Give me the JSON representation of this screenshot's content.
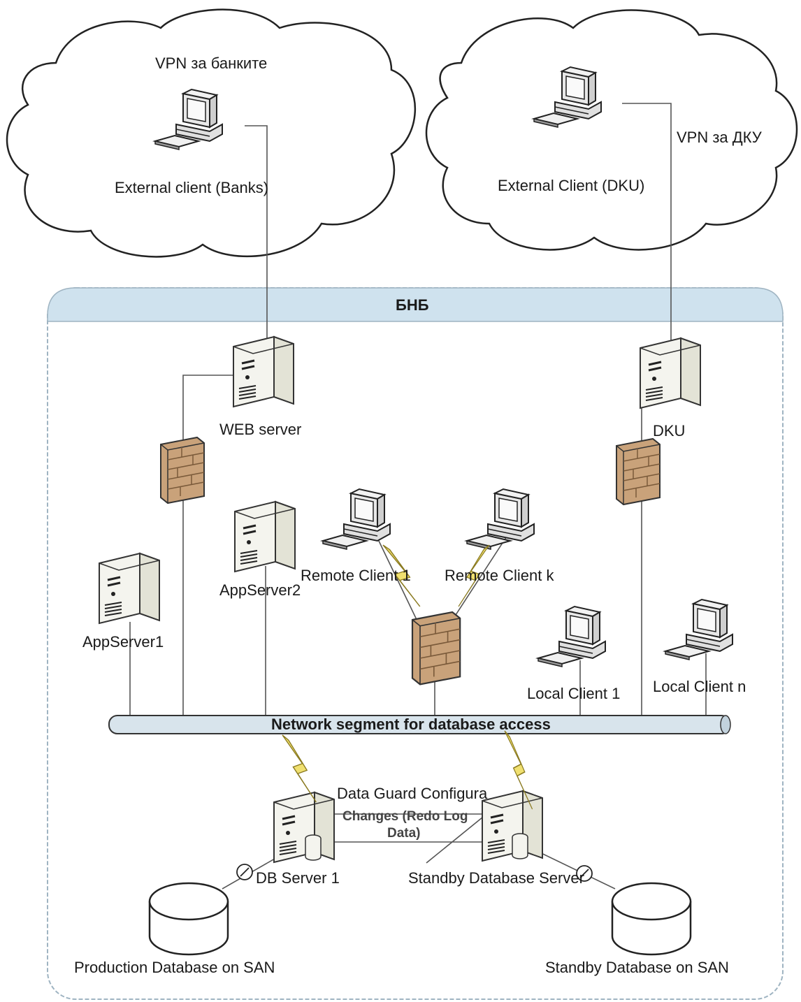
{
  "clouds": {
    "banks_vpn": "VPN за банките",
    "dku_vpn": "VPN за ДКУ"
  },
  "zone": {
    "title": "БНБ"
  },
  "nodes": {
    "external_banks": "External client (Banks)",
    "external_dku": "External Client (DKU)",
    "web_server": "WEB server",
    "dku": "DKU",
    "app_server_1": "AppServer1",
    "app_server_2": "AppServer2",
    "remote_client_1": "Remote Client 1",
    "remote_client_k": "Remote Client k",
    "local_client_1": "Local Client 1",
    "local_client_n": "Local Client n",
    "db_server_1": "DB Server 1",
    "standby_db_server": "Standby Database Server",
    "production_db_san": "Production Database on SAN",
    "standby_db_san": "Standby Database on  SAN"
  },
  "network": {
    "segment_label": "Network segment for database access"
  },
  "data_guard": {
    "title": "Data Guard Configura",
    "changes_line1": "Changes (Redo Log",
    "changes_line2": "Data)"
  },
  "colors": {
    "line": "#555555",
    "zone_header": "#cfe2ee",
    "zone_border": "#9fb4c2",
    "firewall": "#c9a27a",
    "bolt": "#f0e070",
    "server_body": "#f4f4ee"
  }
}
